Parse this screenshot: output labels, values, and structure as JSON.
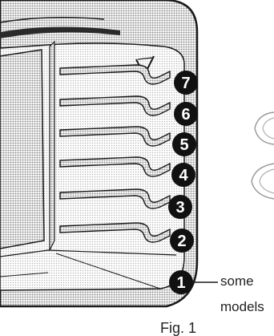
{
  "positions": [
    "1",
    "2",
    "3",
    "4",
    "5",
    "6",
    "7"
  ],
  "note": {
    "line1": "some",
    "line2": "models"
  },
  "caption": "Fig. 1",
  "colors": {
    "stipple": "#9c9c9c",
    "outline": "#1a1a1a",
    "badge": "#111111",
    "paper": "#ffffff"
  }
}
